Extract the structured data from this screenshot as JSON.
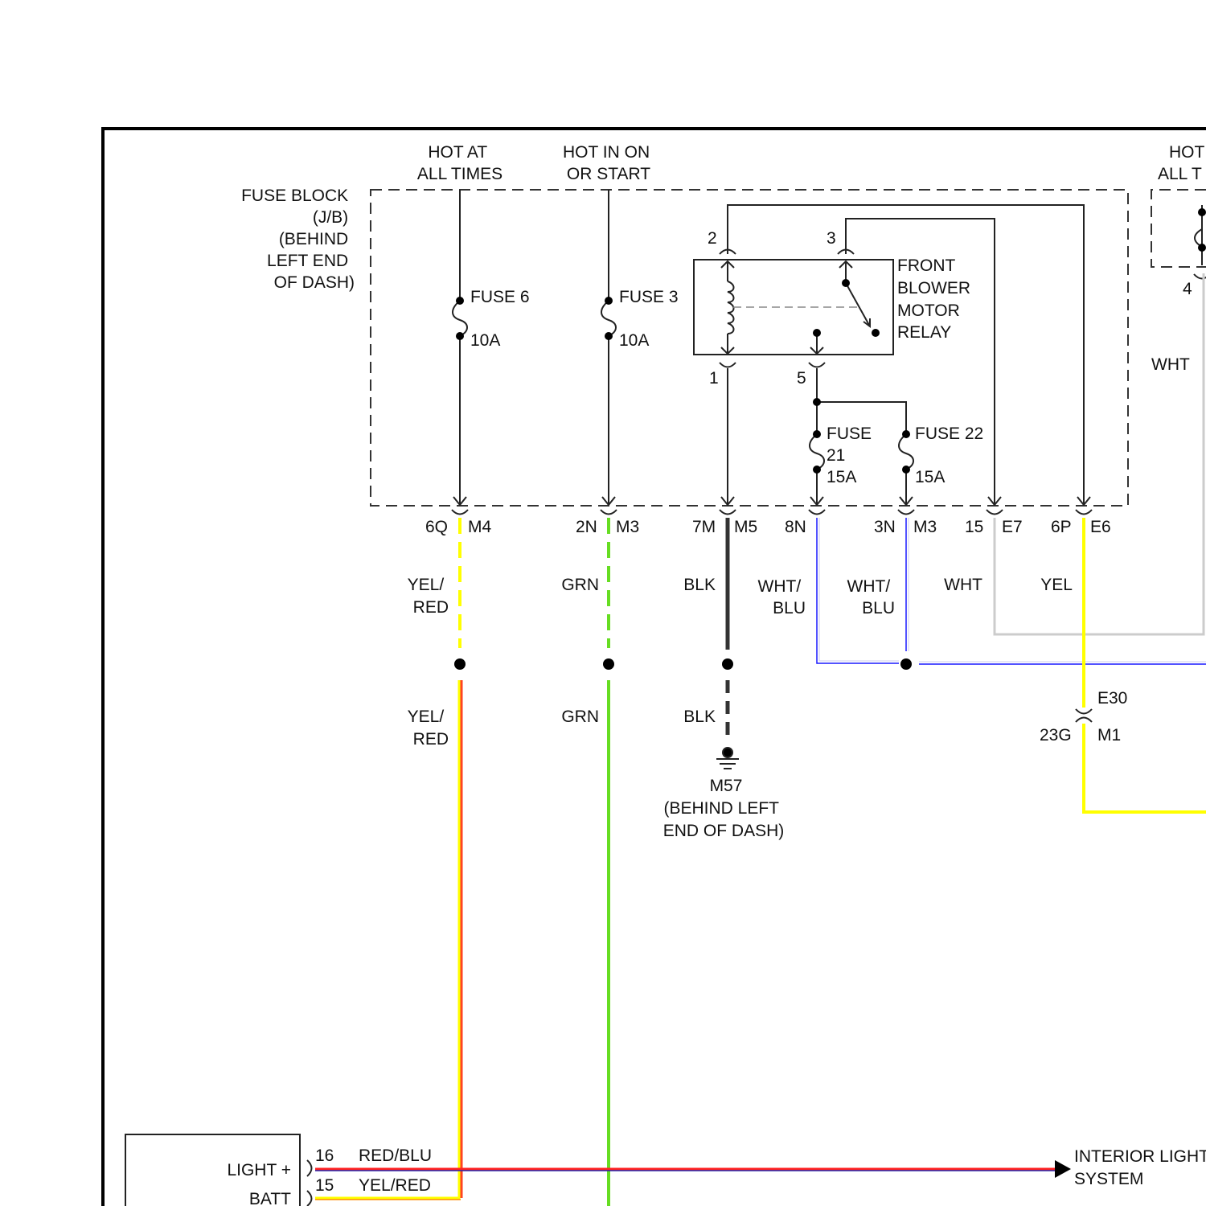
{
  "supply": {
    "hot_at_all_times": [
      "HOT AT",
      "ALL TIMES"
    ],
    "hot_in_on_or_start": [
      "HOT IN ON",
      "OR START"
    ],
    "hot_right_partial": [
      "HOT",
      "ALL T"
    ]
  },
  "fuse_block": {
    "label": [
      "FUSE BLOCK",
      "(J/B)",
      "(BEHIND",
      "LEFT END",
      "OF DASH)"
    ]
  },
  "fuses": {
    "fuse6": {
      "name": "FUSE 6",
      "rating": "10A"
    },
    "fuse3": {
      "name": "FUSE 3",
      "rating": "10A"
    },
    "fuse21": {
      "name_lines": [
        "FUSE",
        "21"
      ],
      "rating": "15A"
    },
    "fuse22": {
      "name": "FUSE 22",
      "rating": "15A"
    }
  },
  "relay": {
    "label": [
      "FRONT",
      "BLOWER",
      "MOTOR",
      "RELAY"
    ],
    "pins": {
      "p1": "1",
      "p2": "2",
      "p3": "3",
      "p5": "5"
    }
  },
  "connectors": {
    "c6q": "6Q",
    "m4": "M4",
    "c2n": "2N",
    "m3a": "M3",
    "c7m": "7M",
    "m5": "M5",
    "c8n": "8N",
    "c3n": "3N",
    "m3b": "M3",
    "c15": "15",
    "e7": "E7",
    "c6p": "6P",
    "e6": "E6",
    "e30": "E30",
    "c23g": "23G",
    "m1": "M1",
    "right_pin4": "4"
  },
  "wires": {
    "yel_red_upper": [
      "YEL/",
      "RED"
    ],
    "grn_upper": "GRN",
    "blk_upper": "BLK",
    "wht_blu_left": [
      "WHT/",
      "BLU"
    ],
    "wht_blu_right": [
      "WHT/",
      "BLU"
    ],
    "wht": "WHT",
    "yel": "YEL",
    "yel_red_lower": [
      "YEL/",
      "RED"
    ],
    "grn_lower": "GRN",
    "blk_lower": "BLK",
    "wht_right": "WHT"
  },
  "ground": {
    "id": "M57",
    "location": [
      "(BEHIND LEFT",
      "END OF DASH)"
    ]
  },
  "bottom_module": {
    "light_label": "LIGHT +",
    "batt_label": "BATT",
    "pin16": "16",
    "pin15": "15",
    "wire_red_blu": "RED/BLU",
    "wire_yel_red": "YEL/RED",
    "destination": [
      "INTERIOR LIGHT",
      "SYSTEM"
    ]
  },
  "colors": {
    "yellow": "#ffff00",
    "green": "#66dd22",
    "black": "#333333",
    "blue": "#1a1aff",
    "white_wire": "#cccccc",
    "red_wire": "#ff2222",
    "orange_wire": "#ff8800"
  }
}
